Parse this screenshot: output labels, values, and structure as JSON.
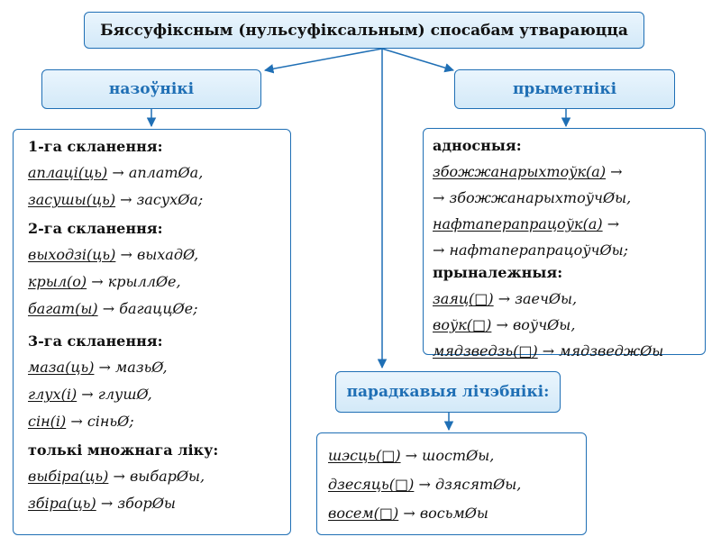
{
  "title": "Бяссуфіксным (нульсуфіксальным) спосабам утвараюцца",
  "categories": {
    "nouns": "назоўнікі",
    "adjectives": "прыметнікі",
    "ordinals": "парадкавыя лічэбнікі:"
  },
  "nouns": {
    "decl1_heading": "1-га скланення:",
    "decl1": [
      {
        "source": "аплаці(ць)",
        "target": "аплатØа,"
      },
      {
        "source": "засушы(ць)",
        "target": "засухØа;"
      }
    ],
    "decl2_heading": "2-га скланення:",
    "decl2": [
      {
        "source": "выходзі(ць)",
        "target": "выхадØ,"
      },
      {
        "source": "крыл(о)",
        "target": "крыллØе,"
      },
      {
        "source": "багат(ы)",
        "target": "багаццØе;"
      }
    ],
    "decl3_heading": "3-га скланення:",
    "decl3": [
      {
        "source": "маза(ць)",
        "target": "мазьØ,"
      },
      {
        "source": "глух(і)",
        "target": "глушØ,"
      },
      {
        "source": "сін(і)",
        "target": "сіньØ;"
      }
    ],
    "plural_heading": "толькі множнага ліку:",
    "plural": [
      {
        "source": "выбіра(ць)",
        "target": "выбарØы,"
      },
      {
        "source": "збіра(ць)",
        "target": "зборØы"
      }
    ]
  },
  "adjectives": {
    "relative_heading": "адносныя:",
    "relative_lines": [
      {
        "source": "збожжанарыхтоўк(а)",
        "arrow": "→",
        "target": ""
      },
      {
        "source": "",
        "arrow": "→",
        "target": "збожжанарыхтоўчØы,"
      },
      {
        "source": "нафтаперапрацоўк(а)",
        "arrow": "→",
        "target": ""
      },
      {
        "source": "",
        "arrow": "→",
        "target": "нафтаперапрацоўчØы;"
      }
    ],
    "possessive_heading": "прыналежныя:",
    "possessive": [
      {
        "source": "заяц(□)",
        "target": "заечØы,"
      },
      {
        "source": "воўк(□)",
        "target": "воўчØы,"
      },
      {
        "source": "мядзведзь(□)",
        "target": "мядзведжØы"
      }
    ]
  },
  "ordinals": [
    {
      "source": "шэсць(□)",
      "target": "шостØы,"
    },
    {
      "source": "дзесяць(□)",
      "target": "дзясятØы,"
    },
    {
      "source": "восем(□)",
      "target": "восьмØы"
    }
  ],
  "arrow_symbol": "→",
  "colors": {
    "accent": "#1f6fb5",
    "header_fill": "#dcedf9"
  }
}
